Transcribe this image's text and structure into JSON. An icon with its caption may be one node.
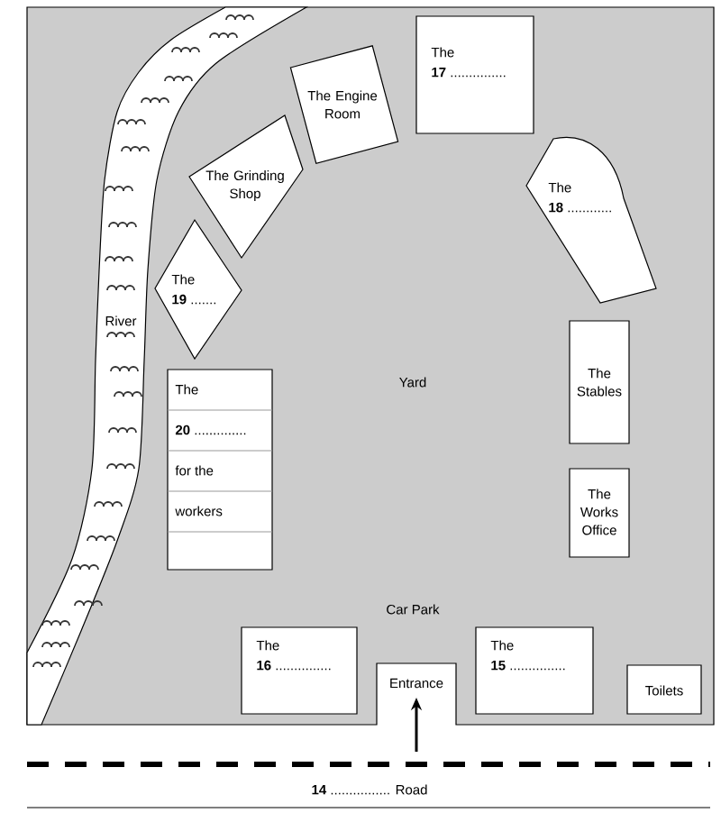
{
  "diagram": {
    "nodes": [
      {
        "text": [
          "River"
        ]
      },
      {
        "text": [
          "The Engine Room"
        ]
      },
      {
        "text": [
          "The Grinding Shop"
        ]
      },
      {
        "text": [
          "The",
          "**17** ..............."
        ]
      },
      {
        "text": [
          "The",
          "**18** ............"
        ]
      },
      {
        "text": [
          "The",
          "**19** ......."
        ]
      },
      {
        "text": [
          "The",
          "**20** ..............",
          "for the",
          "workers"
        ]
      },
      {
        "text": [
          "The Stables"
        ]
      },
      {
        "text": [
          "The Works Office"
        ]
      },
      {
        "text": [
          "The",
          "**16** ..............."
        ]
      },
      {
        "text": [
          "Entrance"
        ]
      },
      {
        "text": [
          "The",
          "**15** ..............."
        ]
      },
      {
        "text": [
          "Toilets"
        ]
      }
    ],
    "edges": [
      {
        "from": null,
        "to": 10,
        "arrow": "to"
      }
    ],
    "labels": [
      "Yard",
      "Car Park",
      "**14** ................ Road"
    ]
  }
}
